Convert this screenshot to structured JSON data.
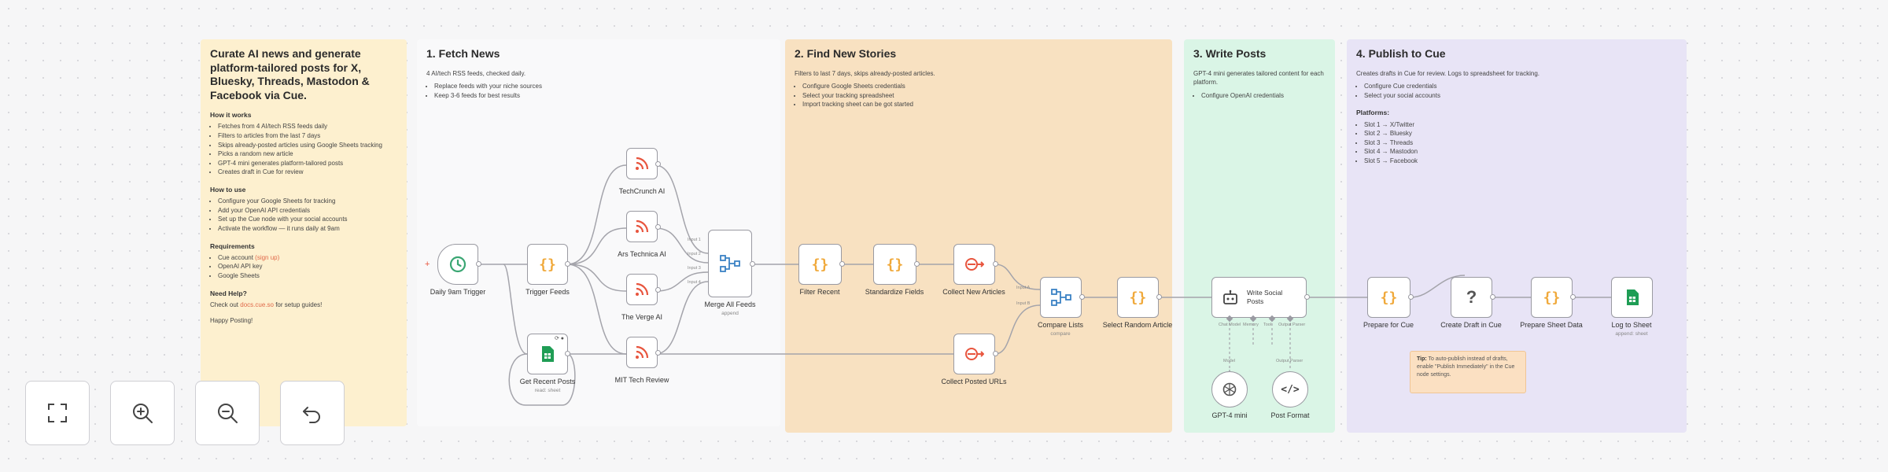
{
  "notes": {
    "intro": {
      "title": "Curate AI news and generate platform-tailored posts for X, Bluesky, Threads, Mastodon & Facebook via Cue.",
      "how_works_heading": "How it works",
      "how_works": [
        "Fetches from 4 AI/tech RSS feeds daily",
        "Filters to articles from the last 7 days",
        "Skips already-posted articles using Google Sheets tracking",
        "Picks a random new article",
        "GPT-4 mini generates platform-tailored posts",
        "Creates draft in Cue for review"
      ],
      "how_use_heading": "How to use",
      "how_use": [
        "Configure your Google Sheets for tracking",
        "Add your OpenAI API credentials",
        "Set up the Cue node with your social accounts",
        "Activate the workflow — it runs daily at 9am"
      ],
      "requirements_heading": "Requirements",
      "requirements": [
        "Cue account",
        "OpenAI API key",
        "Google Sheets"
      ],
      "requirements_link": "(sign up)",
      "help_heading": "Need Help?",
      "help_prefix": "Check out",
      "help_link": "docs.cue.so",
      "help_suffix": "for setup guides!",
      "signoff": "Happy Posting!"
    },
    "fetch": {
      "title": "1. Fetch News",
      "desc": "4 AI/tech RSS feeds, checked daily.",
      "items": [
        "Replace feeds with your niche sources",
        "Keep 3-6 feeds for best results"
      ]
    },
    "find": {
      "title": "2. Find New Stories",
      "desc": "Filters to last 7 days, skips already-posted articles.",
      "items": [
        "Configure Google Sheets credentials",
        "Select your tracking spreadsheet",
        "Import tracking sheet can be got started"
      ]
    },
    "write": {
      "title": "3. Write Posts",
      "desc": "GPT-4 mini generates tailored content for each platform.",
      "items": [
        "Configure OpenAI credentials"
      ]
    },
    "publish": {
      "title": "4. Publish to Cue",
      "desc": "Creates drafts in Cue for review. Logs to spreadsheet for tracking.",
      "items": [
        "Configure Cue credentials",
        "Select your social accounts"
      ],
      "platforms_heading": "Platforms:",
      "platforms": [
        "Slot 1 → X/Twitter",
        "Slot 2 → Bluesky",
        "Slot 3 → Threads",
        "Slot 4 → Mastodon",
        "Slot 5 → Facebook"
      ]
    },
    "tip": {
      "label": "Tip:",
      "text": "To auto-publish instead of drafts, enable \"Publish Immediately\" in the Cue node settings."
    }
  },
  "nodes": {
    "daily_trigger": "Daily 9am Trigger",
    "trigger_feeds": "Trigger Feeds",
    "get_recent_posts": "Get Recent Posts",
    "get_recent_posts_sub": "read: sheet",
    "techcrunch": "TechCrunch AI",
    "ars": "Ars Technica AI",
    "verge": "The Verge AI",
    "mit": "MIT Tech Review",
    "merge": "Merge All Feeds",
    "merge_sub": "append",
    "filter_recent": "Filter Recent",
    "standardize": "Standardize Fields",
    "collect_new": "Collect New Articles",
    "collect_posted": "Collect Posted URLs",
    "compare": "Compare Lists",
    "compare_sub": "compare",
    "select_random": "Select Random Article",
    "write_social": "Write Social Posts",
    "gpt": "GPT-4 mini",
    "post_format": "Post Format",
    "prepare_cue": "Prepare for Cue",
    "create_draft": "Create Draft in Cue",
    "prepare_sheet": "Prepare Sheet Data",
    "log_sheet": "Log to Sheet",
    "log_sheet_sub": "append: sheet"
  },
  "ports": {
    "merge_in": [
      "Input 1",
      "Input 2",
      "Input 3",
      "Input 4"
    ],
    "compare_in": [
      "Input A",
      "Input B"
    ],
    "write_in": [
      "Chat Model",
      "Memory",
      "Tool",
      "Output Parser"
    ],
    "gpt_label": "Model",
    "format_label": "Output Parser"
  },
  "controls": {
    "fit": "fit-view",
    "zoom_in": "zoom-in",
    "zoom_out": "zoom-out",
    "undo": "undo"
  },
  "colors": {
    "yellow_note": "#fdf0cf",
    "orange_note": "#f8e1c1",
    "green_note": "#daf5e6",
    "purple_note": "#e8e4f6",
    "rss": "#e8553e",
    "code": "#f0a93b",
    "sheets": "#1f9d55",
    "trigger": "#3aa673"
  }
}
